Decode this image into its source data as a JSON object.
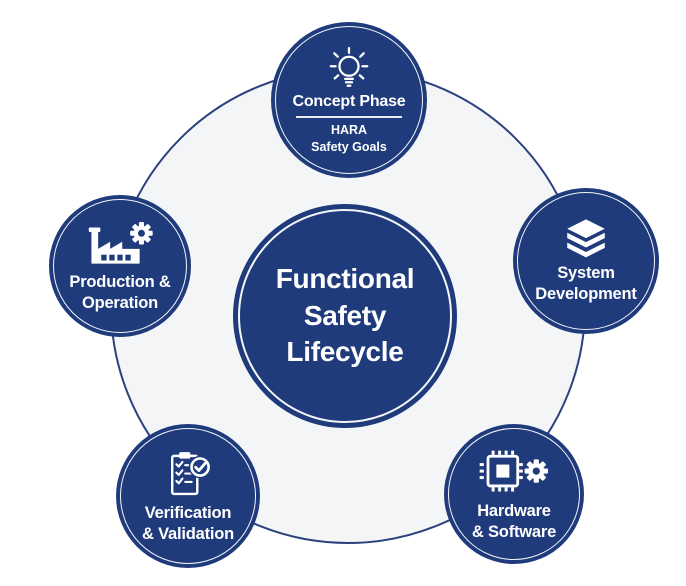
{
  "title": "Functional Safety Lifecycle",
  "colors": {
    "navy": "#1f3b7c",
    "ring_fill": "#f4f5f7",
    "ring_border": "#2c427f",
    "text": "#ffffff"
  },
  "center": {
    "line1": "Functional",
    "line2": "Safety",
    "line3": "Lifecycle"
  },
  "nodes": {
    "concept": {
      "title": "Concept Phase",
      "sub1": "HARA",
      "sub2": "Safety Goals",
      "icon": "lightbulb-icon"
    },
    "system": {
      "line1": "System",
      "line2": "Development",
      "icon": "layers-icon"
    },
    "hardware": {
      "line1": "Hardware",
      "line2": "& Software",
      "icon": "chip-gear-icon"
    },
    "verification": {
      "line1": "Verification",
      "line2": "& Validation",
      "icon": "checklist-check-icon"
    },
    "production": {
      "line1": "Production &",
      "line2": "Operation",
      "icon": "factory-gear-icon"
    }
  }
}
